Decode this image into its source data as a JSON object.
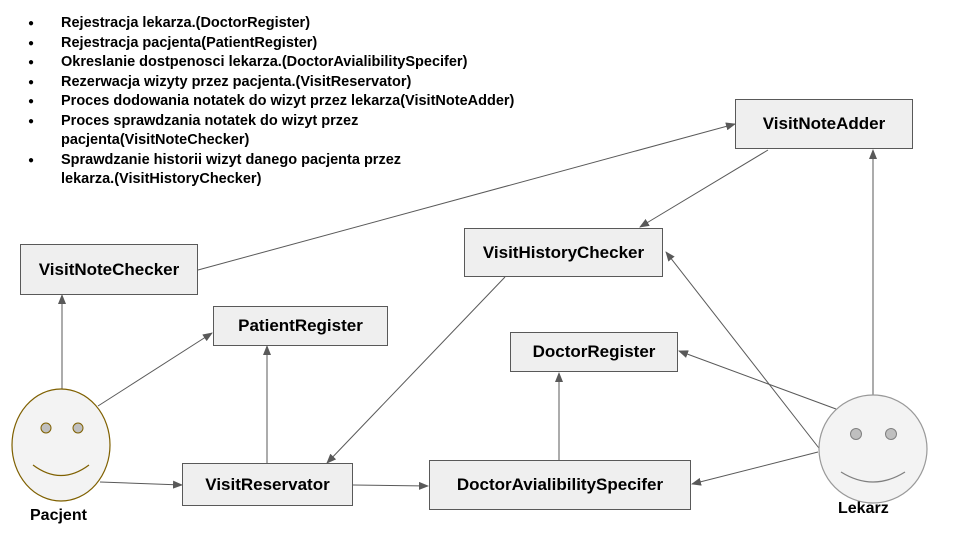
{
  "bullets": [
    "Rejestracja lekarza.(DoctorRegister)",
    "Rejestracja pacjenta(PatientRegister)",
    "Okreslanie dostpenosci lekarza.(DoctorAvialibilitySpecifer)",
    "Rezerwacja wizyty przez pacjenta.(VisitReservator)",
    "Proces dodowania notatek do wizyt przez lekarza(VisitNoteAdder)",
    "Proces sprawdzania notatek do wizyt przez pacjenta(VisitNoteChecker)",
    "Sprawdzanie historii wizyt danego pacjenta przez lekarza.(VisitHistoryChecker)"
  ],
  "boxes": {
    "visit_note_adder": "VisitNoteAdder",
    "visit_history_checker": "VisitHistoryChecker",
    "visit_note_checker": "VisitNoteChecker",
    "patient_register": "PatientRegister",
    "doctor_register": "DoctorRegister",
    "visit_reservator": "VisitReservator",
    "doctor_availability_specifer": "DoctorAvialibilitySpecifer"
  },
  "actors": {
    "patient": "Pacjent",
    "doctor": "Lekarz"
  },
  "colors": {
    "box_fill": "#efefef",
    "box_border": "#595959",
    "patient_face_fill": "#f3f3f3",
    "patient_face_stroke": "#7f6000",
    "doctor_face_fill": "#f3f3f3",
    "doctor_face_stroke": "#999999",
    "eye_fill": "#bfbfbf",
    "arrow": "#595959"
  }
}
